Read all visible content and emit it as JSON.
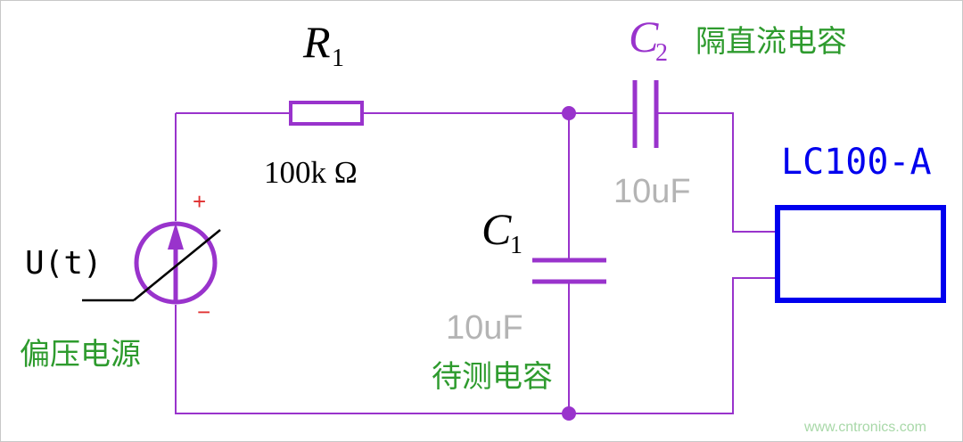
{
  "resistor": {
    "symbol": "R",
    "subscript": "1",
    "value": "100k Ω"
  },
  "cap_test": {
    "symbol": "C",
    "subscript": "1",
    "value": "10uF",
    "description": "待测电容"
  },
  "cap_block": {
    "symbol": "C",
    "subscript": "2",
    "value": "10uF",
    "description": "隔直流电容"
  },
  "source": {
    "label": "U(t)",
    "plus": "+",
    "minus": "−",
    "description": "偏压电源"
  },
  "meter": {
    "label": "LC100-A"
  },
  "watermark": "www.cntronics.com",
  "colors": {
    "wire": "#9933cc",
    "label_green": "#2e9b2e",
    "meter_blue": "#0000ee",
    "value_gray": "#b4b4b4",
    "sign_red": "#e03030"
  }
}
